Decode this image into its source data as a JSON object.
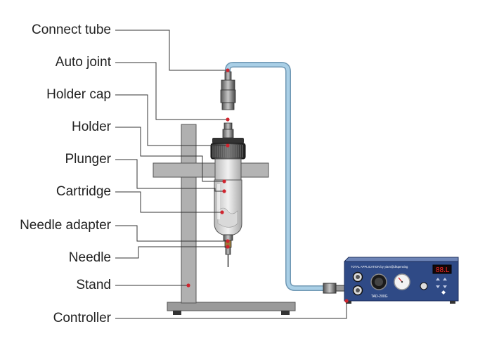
{
  "labels": {
    "connect_tube": "Connect tube",
    "auto_joint": "Auto joint",
    "holder_cap": "Holder cap",
    "holder": "Holder",
    "plunger": "Plunger",
    "cartridge": "Cartridge",
    "needle_adapter": "Needle adapter",
    "needle": "Needle",
    "stand": "Stand",
    "controller": "Controller"
  },
  "controller_panel": {
    "brand_text": "TOTAL APPLICATION by yiarn@dispensing",
    "model": "TAD-200G",
    "display": "88.L"
  },
  "colors": {
    "tube": "#a9cfe6",
    "tube_outline": "#6e97b3",
    "controller_body": "#2f4a86",
    "stand": "#aaaaaa",
    "leader_line": "#333333",
    "marker": "#d0242e",
    "display": "#ff2a2a"
  }
}
